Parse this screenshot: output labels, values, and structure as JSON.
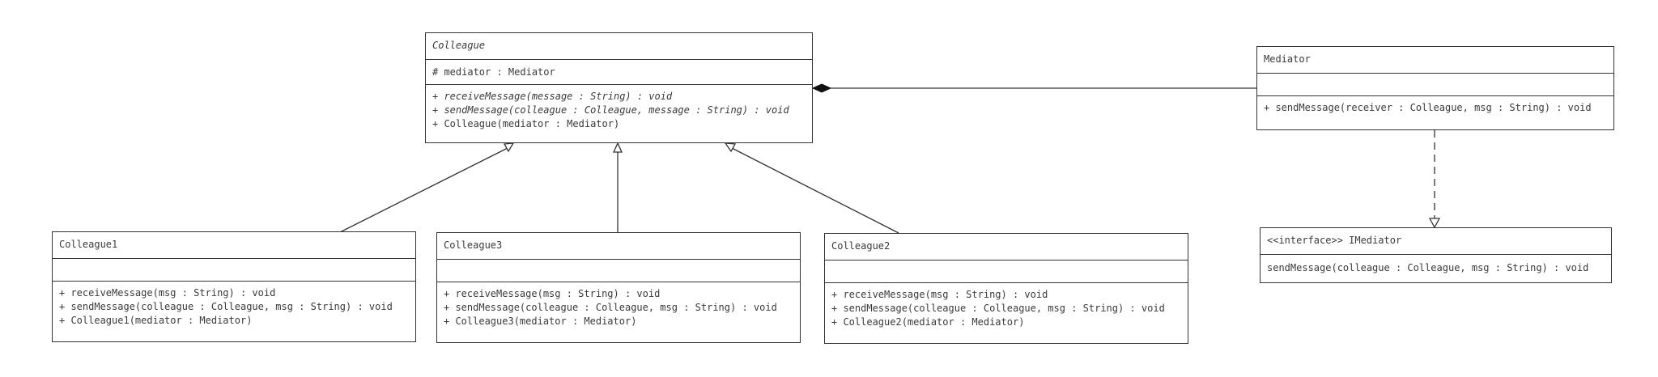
{
  "diagram": {
    "line_color": "#333333",
    "classes": {
      "colleague": {
        "name": "Colleague",
        "attributes": [
          "# mediator : Mediator"
        ],
        "operations": [
          "+ receiveMessage(message : String) : void",
          "+ sendMessage(colleague : Colleague, message : String) : void",
          "+ Colleague(mediator : Mediator)"
        ]
      },
      "mediator": {
        "name": "Mediator",
        "attributes": [],
        "operations": [
          "+ sendMessage(receiver : Colleague, msg : String) : void"
        ]
      },
      "colleague1": {
        "name": "Colleague1",
        "attributes": [],
        "operations": [
          "+ receiveMessage(msg : String) : void",
          "+ sendMessage(colleague : Colleague, msg : String) : void",
          "+ Colleague1(mediator : Mediator)"
        ]
      },
      "colleague3": {
        "name": "Colleague3",
        "attributes": [],
        "operations": [
          "+ receiveMessage(msg : String) : void",
          "+ sendMessage(colleague : Colleague, msg : String) : void",
          "+ Colleague3(mediator : Mediator)"
        ]
      },
      "colleague2": {
        "name": "Colleague2",
        "attributes": [],
        "operations": [
          "+ receiveMessage(msg : String) : void",
          "+ sendMessage(colleague : Colleague, msg : String) : void",
          "+ Colleague2(mediator : Mediator)"
        ]
      },
      "imediator": {
        "name": "<<interface>> IMediator",
        "operations": [
          "sendMessage(colleague : Colleague, msg : String) : void"
        ]
      }
    },
    "relations": [
      {
        "type": "composition",
        "from": "mediator",
        "to": "colleague"
      },
      {
        "type": "generalization",
        "from": "colleague1",
        "to": "colleague"
      },
      {
        "type": "generalization",
        "from": "colleague3",
        "to": "colleague"
      },
      {
        "type": "generalization",
        "from": "colleague2",
        "to": "colleague"
      },
      {
        "type": "realization",
        "from": "mediator",
        "to": "imediator"
      }
    ]
  }
}
